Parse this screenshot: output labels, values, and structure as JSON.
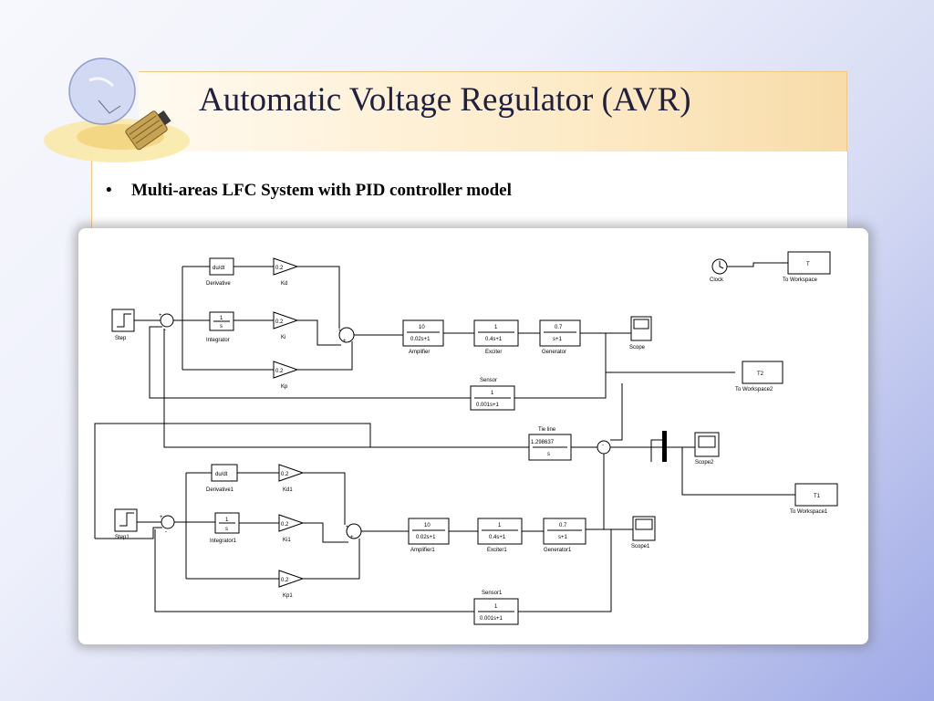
{
  "slide": {
    "title": "Automatic Voltage Regulator (AVR)",
    "bullet": "•",
    "bullet_text": "Multi-areas LFC System with PID controller model"
  },
  "diagram": {
    "area1": {
      "step": "Step",
      "derivative": "du/dt",
      "derivative_label": "Derivative",
      "kd_val": "0.2",
      "kd_label": "Kd",
      "integrator_num": "1",
      "integrator_den": "s",
      "integrator_label": "Integrator",
      "ki_val": "0.2",
      "ki_label": "Ki",
      "kp_val": "0.2",
      "kp_label": "Kp",
      "amp_num": "10",
      "amp_den": "0.02s+1",
      "amp_label": "Amplifier",
      "exc_num": "1",
      "exc_den": "0.4s+1",
      "exc_label": "Exciter",
      "gen_num": "0.7",
      "gen_den": "s+1",
      "gen_label": "Generator",
      "scope": "Scope",
      "sensor_label": "Sensor",
      "sensor_num": "1",
      "sensor_den": "0.001s+1"
    },
    "area2": {
      "step": "Step1",
      "derivative": "du/dt",
      "derivative_label": "Derivative1",
      "kd_val": "0.2",
      "kd_label": "Kd1",
      "integrator_num": "1",
      "integrator_den": "s",
      "integrator_label": "Integrator1",
      "ki_val": "0.2",
      "ki_label": "Ki1",
      "kp_val": "0.2",
      "kp_label": "Kp1",
      "amp_num": "10",
      "amp_den": "0.02s+1",
      "amp_label": "Amplifier1",
      "exc_num": "1",
      "exc_den": "0.4s+1",
      "exc_label": "Exciter1",
      "gen_num": "0.7",
      "gen_den": "s+1",
      "gen_label": "Generator1",
      "scope": "Scope1",
      "sensor_label": "Sensor1",
      "sensor_num": "1",
      "sensor_den": "0.001s+1"
    },
    "tie": {
      "label": "Tie line",
      "num": "1.298637",
      "den": "s"
    },
    "clock_label": "Clock",
    "ws_t": "T",
    "ws_t_label": "To Workspace",
    "ws_t2": "T2",
    "ws_t2_label": "To Workspace2",
    "ws_t1": "T1",
    "ws_t1_label": "To Workspace1",
    "scope2": "Scope2",
    "sum_plus": "+",
    "sum_minus": "-"
  }
}
